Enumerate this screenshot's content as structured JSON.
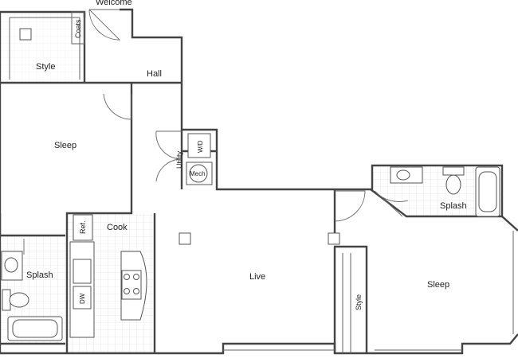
{
  "floorplan": {
    "labels": {
      "welcome": "Welcome",
      "coats": "Coats",
      "style_left": "Style",
      "hall": "Hall",
      "sleep_left": "Sleep",
      "utility": "Utility",
      "wd": "W/D",
      "mech": "Mech",
      "ref": "Ref.",
      "cook": "Cook",
      "dw": "DW",
      "splash_left": "Splash",
      "live": "Live",
      "splash_right": "Splash",
      "sleep_right": "Sleep",
      "style_right": "Style"
    },
    "colors": {
      "wall": "#444444",
      "tile": "#d8d8d8",
      "background": "#ffffff"
    }
  }
}
